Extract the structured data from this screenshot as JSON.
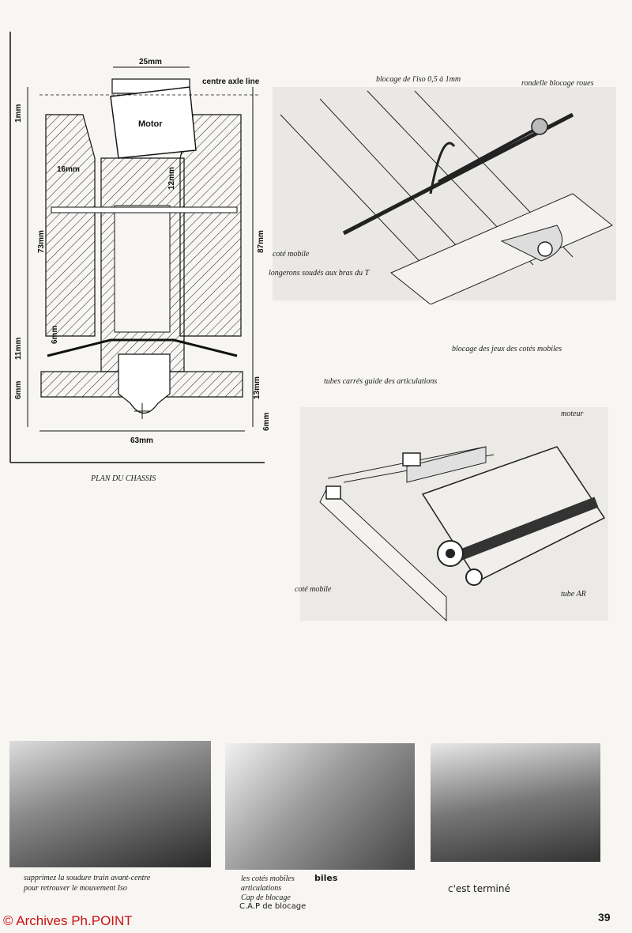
{
  "plan": {
    "caption": "PLAN DU CHASSIS",
    "dims": {
      "top_width": "25mm",
      "axle": "centre axle line",
      "motor": "Motor",
      "d1": "1mm",
      "d16": "16mm",
      "d12": "12mm",
      "d73": "73mm",
      "d87": "87mm",
      "d6a": "6mm",
      "d11": "11mm",
      "d6b": "6mm",
      "d13": "13mm",
      "d6c": "6mm",
      "bottom_width": "63mm"
    }
  },
  "detail1": {
    "label_iso": "blocage de l'iso 0,5 à 1mm",
    "label_rondelle": "rondelle blocage roues",
    "label_cote": "coté mobile",
    "label_longerons": "longerons soudés aux bras du T",
    "caption": "blocage des jeux des cotés mobiles"
  },
  "detail2": {
    "label_tubes": "tubes carrés guide des articulations",
    "label_moteur": "moteur",
    "label_cote": "coté mobile",
    "label_tube_ar": "tube AR"
  },
  "photos": {
    "cap1_line1": "supprimez la soudure train avant-centre",
    "cap1_line2": "pour retrouver le mouvement Iso",
    "cap2_line1": "les cotés mobiles",
    "cap2_hand1": "biles",
    "cap2_line2": "articulations",
    "cap2_line3": "Cap de blocage",
    "cap2_hand2": "C.A.P de blocage",
    "cap3_hand": "c'est terminé"
  },
  "footer": {
    "copyright": "© Archives Ph.POINT",
    "page": "39"
  }
}
